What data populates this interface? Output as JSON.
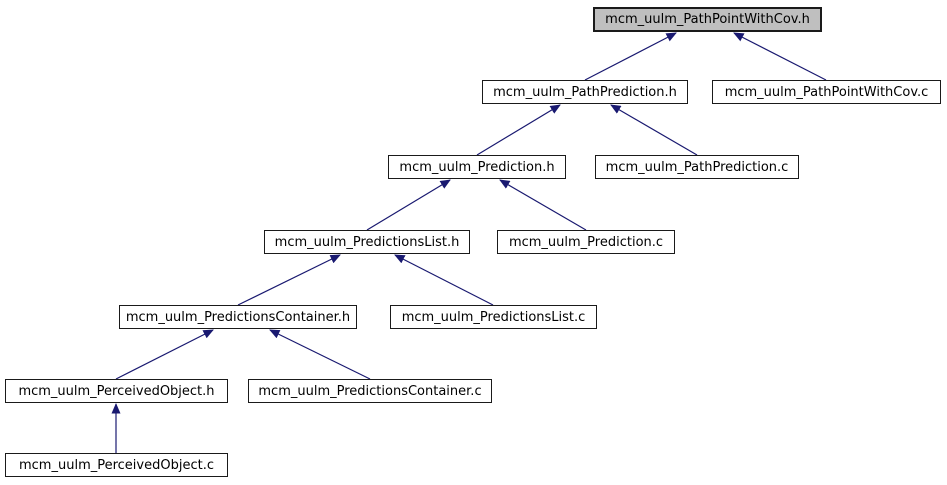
{
  "diagram": {
    "type": "include-dependency-graph",
    "edge_color": "#191970",
    "node_border_color": "#1a1a1a",
    "highlight_fill_color": "#bfbfbf",
    "node_fill_color": "#ffffff",
    "nodes": [
      {
        "id": "pathpointwithcov_h",
        "label": "mcm_uulm_PathPointWithCov.h",
        "highlighted": true
      },
      {
        "id": "pathprediction_h",
        "label": "mcm_uulm_PathPrediction.h",
        "highlighted": false
      },
      {
        "id": "pathpointwithcov_c",
        "label": "mcm_uulm_PathPointWithCov.c",
        "highlighted": false
      },
      {
        "id": "prediction_h",
        "label": "mcm_uulm_Prediction.h",
        "highlighted": false
      },
      {
        "id": "pathprediction_c",
        "label": "mcm_uulm_PathPrediction.c",
        "highlighted": false
      },
      {
        "id": "predictionslist_h",
        "label": "mcm_uulm_PredictionsList.h",
        "highlighted": false
      },
      {
        "id": "prediction_c",
        "label": "mcm_uulm_Prediction.c",
        "highlighted": false
      },
      {
        "id": "predictionscontainer_h",
        "label": "mcm_uulm_PredictionsContainer.h",
        "highlighted": false
      },
      {
        "id": "predictionslist_c",
        "label": "mcm_uulm_PredictionsList.c",
        "highlighted": false
      },
      {
        "id": "perceivedobject_h",
        "label": "mcm_uulm_PerceivedObject.h",
        "highlighted": false
      },
      {
        "id": "predictionscontainer_c",
        "label": "mcm_uulm_PredictionsContainer.c",
        "highlighted": false
      },
      {
        "id": "perceivedobject_c",
        "label": "mcm_uulm_PerceivedObject.c",
        "highlighted": false
      }
    ],
    "edges": [
      {
        "from": "mcm_uulm_PathPrediction.h",
        "to": "mcm_uulm_PathPointWithCov.h"
      },
      {
        "from": "mcm_uulm_PathPointWithCov.c",
        "to": "mcm_uulm_PathPointWithCov.h"
      },
      {
        "from": "mcm_uulm_Prediction.h",
        "to": "mcm_uulm_PathPrediction.h"
      },
      {
        "from": "mcm_uulm_PathPrediction.c",
        "to": "mcm_uulm_PathPrediction.h"
      },
      {
        "from": "mcm_uulm_PredictionsList.h",
        "to": "mcm_uulm_Prediction.h"
      },
      {
        "from": "mcm_uulm_Prediction.c",
        "to": "mcm_uulm_Prediction.h"
      },
      {
        "from": "mcm_uulm_PredictionsContainer.h",
        "to": "mcm_uulm_PredictionsList.h"
      },
      {
        "from": "mcm_uulm_PredictionsList.c",
        "to": "mcm_uulm_PredictionsList.h"
      },
      {
        "from": "mcm_uulm_PerceivedObject.h",
        "to": "mcm_uulm_PredictionsContainer.h"
      },
      {
        "from": "mcm_uulm_PredictionsContainer.c",
        "to": "mcm_uulm_PredictionsContainer.h"
      },
      {
        "from": "mcm_uulm_PerceivedObject.c",
        "to": "mcm_uulm_PerceivedObject.h"
      }
    ]
  }
}
